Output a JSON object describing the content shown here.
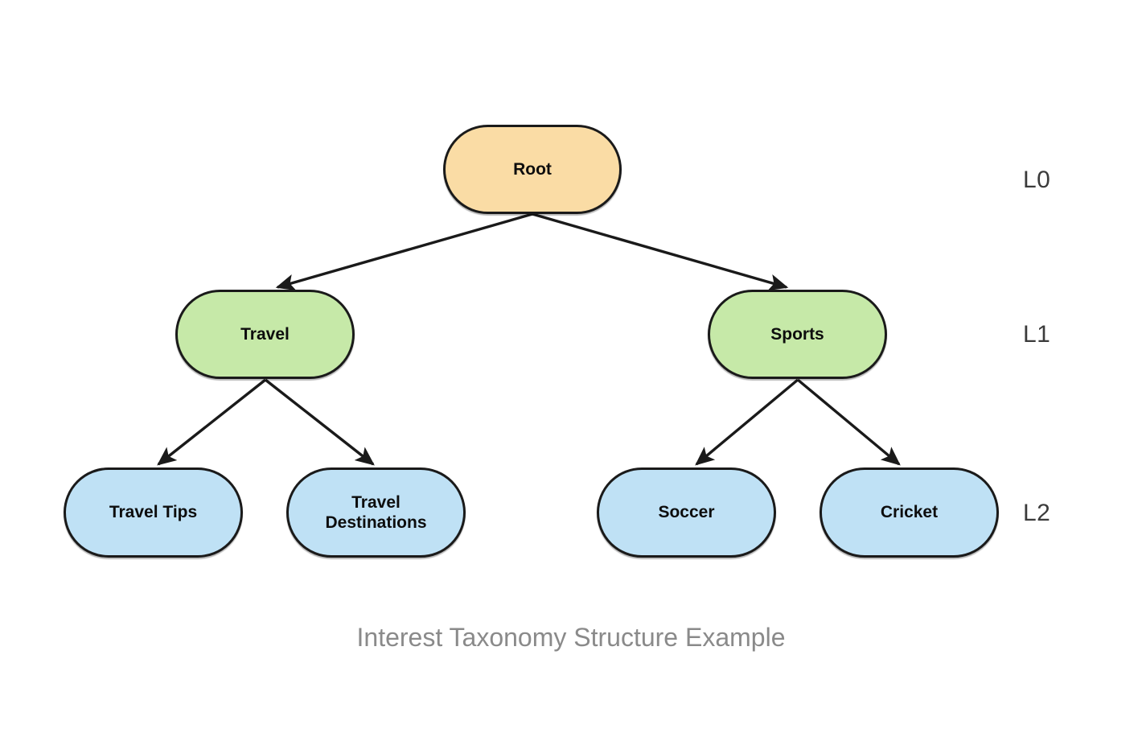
{
  "caption": "Interest Taxonomy Structure Example",
  "colors": {
    "background": "#ffffff",
    "root_fill": "#fadca5",
    "level1_fill": "#c6e9a8",
    "level2_fill": "#bfe1f5",
    "node_stroke": "#1a1a1a",
    "node_text": "#0d0d0d",
    "edge_stroke": "#1a1a1a",
    "level_label_text": "#3b3b3b",
    "caption_text": "#8a8a8a"
  },
  "levels": [
    {
      "id": "L0",
      "label": "L0"
    },
    {
      "id": "L1",
      "label": "L1"
    },
    {
      "id": "L2",
      "label": "L2"
    }
  ],
  "nodes": {
    "root": {
      "label": "Root",
      "level": "L0"
    },
    "travel": {
      "label": "Travel",
      "level": "L1"
    },
    "sports": {
      "label": "Sports",
      "level": "L1"
    },
    "travel_tips": {
      "label": "Travel Tips",
      "level": "L2"
    },
    "travel_destinations": {
      "label": "Travel\nDestinations",
      "level": "L2"
    },
    "soccer": {
      "label": "Soccer",
      "level": "L2"
    },
    "cricket": {
      "label": "Cricket",
      "level": "L2"
    }
  },
  "edges": [
    {
      "from": "root",
      "to": "travel",
      "arrow": "triangle"
    },
    {
      "from": "root",
      "to": "sports",
      "arrow": "triangle"
    },
    {
      "from": "travel",
      "to": "travel_tips",
      "arrow": "triangle"
    },
    {
      "from": "travel",
      "to": "travel_destinations",
      "arrow": "triangle"
    },
    {
      "from": "sports",
      "to": "soccer",
      "arrow": "triangle"
    },
    {
      "from": "sports",
      "to": "cricket",
      "arrow": "triangle"
    }
  ]
}
